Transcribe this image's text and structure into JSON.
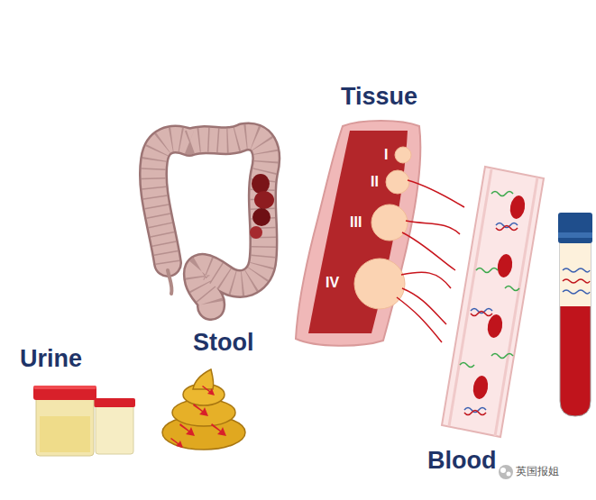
{
  "diagram": {
    "labels": [
      "Tissue",
      "I",
      "II",
      "III",
      "IV",
      "Stool",
      "Urine",
      "Blood",
      "英国报姐"
    ]
  }
}
